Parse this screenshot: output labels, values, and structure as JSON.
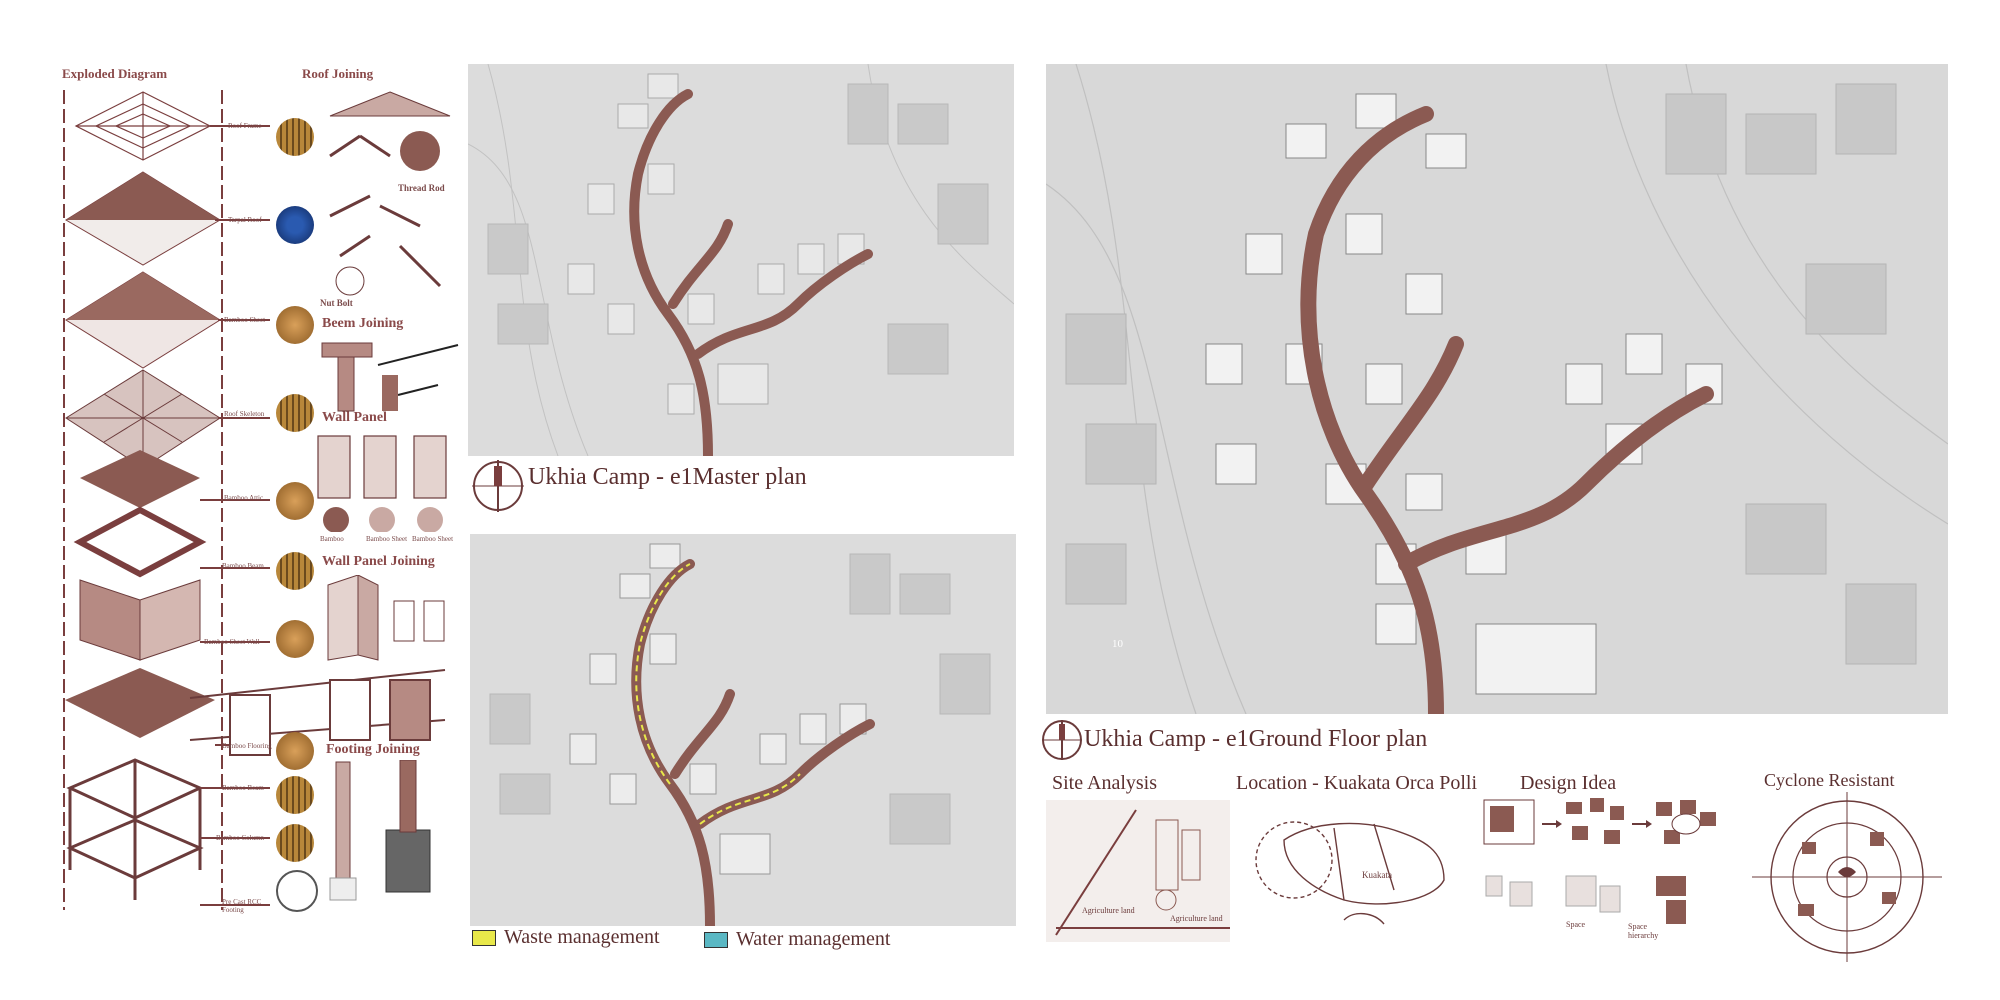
{
  "colors": {
    "path": "#8b5a52",
    "accent": "#7a3e3e",
    "waste": "#e8e84a",
    "water": "#5ab8c4",
    "plan_bg": "#dadada"
  },
  "left_panel": {
    "exploded_title": "Exploded Diagram",
    "roof_joining_title": "Roof Joining",
    "beem_joining_title": "Beem Joining",
    "wall_panel_title": "Wall Panel",
    "wall_panel_joining_title": "Wall Panel Joining",
    "footing_joining_title": "Footing Joining",
    "thread_rod": "Thread Rod",
    "nut_bolt": "Nut Bolt",
    "layers": [
      "Roof Frame",
      "Tarpal Roof",
      "Bamboo Sheet",
      "Roof Skeleton",
      "Bamboo Attic",
      "Bamboo Beam",
      "Bamboo Sheet Wall",
      "Bamboo Flooring",
      "Bamboo Beam",
      "Bamboo Column",
      "Pre Cast RCC Footing"
    ],
    "wall_panel_items": [
      "Bamboo",
      "Bamboo Sheet",
      "Bamboo Sheet"
    ]
  },
  "master_plan": {
    "caption": "Ukhia Camp - e1Master plan"
  },
  "services_plan": {
    "legend": [
      {
        "label": "Waste management",
        "color": "#e8e84a"
      },
      {
        "label": "Water management",
        "color": "#5ab8c4"
      }
    ]
  },
  "ground_floor": {
    "caption": "Ukhia Camp - e1Ground Floor plan",
    "contour_label": "10"
  },
  "bottom": {
    "site_analysis": "Site Analysis",
    "location": "Location - Kuakata Orca Polli",
    "design_idea": "Design Idea",
    "cyclone": "Cyclone Resistant",
    "agri_land_1": "Agriculture land",
    "agri_land_2": "Agriculture land",
    "kuakata": "Kuakata",
    "space": "Space",
    "space_hierarchy": "Space hierarchy"
  }
}
